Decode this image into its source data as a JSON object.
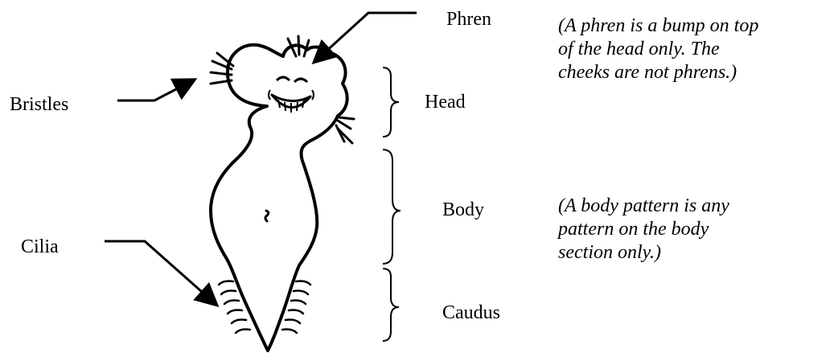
{
  "labels": {
    "phren": "Phren",
    "bristles": "Bristles",
    "head": "Head",
    "body": "Body",
    "cilia": "Cilia",
    "caudus": "Caudus"
  },
  "notes": {
    "phren": {
      "lines": [
        "(A phren is a bump on top",
        "of the head only. The",
        "cheeks are not phrens.)"
      ]
    },
    "body_pattern": {
      "lines": [
        "(A body pattern is any",
        "pattern on the body",
        "section only.)"
      ]
    }
  },
  "colors": {
    "ink": "#000000",
    "background": "#ffffff"
  }
}
